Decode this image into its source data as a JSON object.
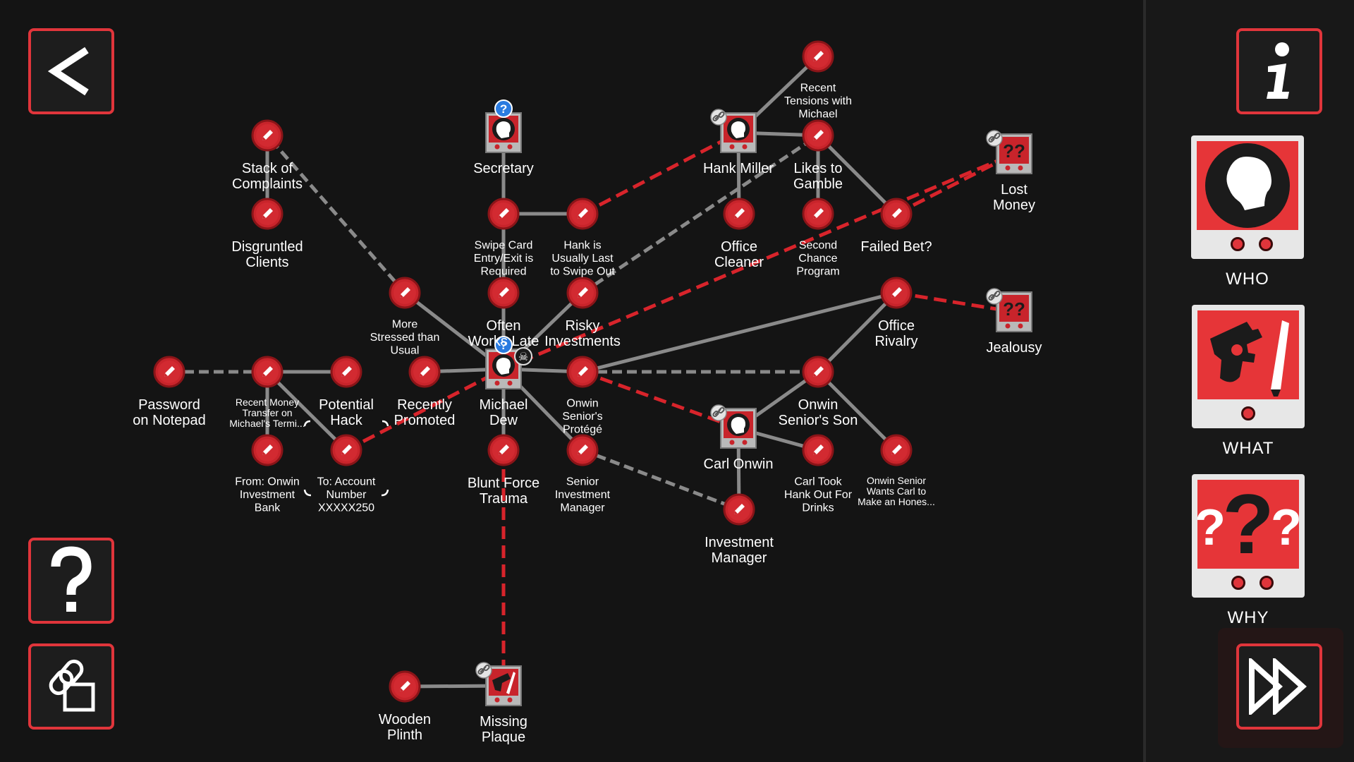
{
  "colors": {
    "accent": "#e0353b",
    "link_gray": "#8a8a8a",
    "link_red": "#d8242b",
    "node_red": "#c8242b",
    "background": "#141414"
  },
  "toolbar": {
    "back_icon": "chevron-left-icon",
    "help_icon": "question-mark-icon",
    "link_icon": "chain-link-icon",
    "info_icon": "info-icon",
    "forward_icon": "fast-forward-icon"
  },
  "categories": {
    "who": {
      "label": "WHO",
      "icon": "head-silhouette-icon"
    },
    "what": {
      "label": "WHAT",
      "icon": "gun-and-knife-icon"
    },
    "why": {
      "label": "WHY",
      "icon": "question-marks-icon"
    }
  },
  "nodes": [
    {
      "id": "recent-tensions",
      "type": "note",
      "label": [
        "Recent",
        "Tensions with",
        "Michael"
      ],
      "small": true
    },
    {
      "id": "hank-miller",
      "type": "person",
      "label": [
        "Hank Miller"
      ],
      "linked": true
    },
    {
      "id": "likes-gamble",
      "type": "note",
      "label": [
        "Likes to",
        "Gamble"
      ]
    },
    {
      "id": "lost-money",
      "type": "motive",
      "label": [
        "Lost",
        "Money"
      ],
      "linked": true
    },
    {
      "id": "stack-complaints",
      "type": "note",
      "label": [
        "Stack of",
        "Complaints"
      ]
    },
    {
      "id": "secretary",
      "type": "person",
      "label": [
        "Secretary"
      ],
      "question": true
    },
    {
      "id": "disgruntled",
      "type": "note",
      "label": [
        "Disgruntled",
        "Clients"
      ]
    },
    {
      "id": "swipe-card",
      "type": "note",
      "label": [
        "Swipe Card",
        "Entry/Exit is",
        "Required"
      ],
      "small": true
    },
    {
      "id": "hank-last",
      "type": "note",
      "label": [
        "Hank is",
        "Usually Last",
        "to Swipe Out"
      ],
      "small": true
    },
    {
      "id": "office-cleaner",
      "type": "note",
      "label": [
        "Office",
        "Cleaner"
      ]
    },
    {
      "id": "second-chance",
      "type": "note",
      "label": [
        "Second",
        "Chance",
        "Program"
      ],
      "small": true
    },
    {
      "id": "failed-bet",
      "type": "note",
      "label": [
        "Failed Bet?"
      ]
    },
    {
      "id": "more-stressed",
      "type": "note",
      "label": [
        "More",
        "Stressed than",
        "Usual"
      ],
      "small": true
    },
    {
      "id": "often-late",
      "type": "note",
      "label": [
        "Often",
        "Works Late"
      ]
    },
    {
      "id": "risky-invest",
      "type": "note",
      "label": [
        "Risky",
        "Investments"
      ]
    },
    {
      "id": "office-rivalry",
      "type": "note",
      "label": [
        "Office",
        "Rivalry"
      ]
    },
    {
      "id": "jealousy",
      "type": "motive",
      "label": [
        "Jealousy"
      ],
      "linked": true
    },
    {
      "id": "password",
      "type": "note",
      "label": [
        "Password",
        "on Notepad"
      ]
    },
    {
      "id": "recent-transfer",
      "type": "note",
      "label": [
        "Recent Money",
        "Transfer on",
        "Michael's Termi..."
      ],
      "tiny": true
    },
    {
      "id": "potential-hack",
      "type": "note",
      "label": [
        "Potential",
        "Hack"
      ]
    },
    {
      "id": "recently-promoted",
      "type": "note",
      "label": [
        "Recently",
        "Promoted"
      ]
    },
    {
      "id": "michael-dew",
      "type": "person",
      "label": [
        "Michael",
        "Dew"
      ],
      "question": true,
      "skull": true
    },
    {
      "id": "onwin-protege",
      "type": "note",
      "label": [
        "Onwin",
        "Senior's",
        "Protégé"
      ],
      "small": true
    },
    {
      "id": "onwin-son",
      "type": "note",
      "label": [
        "Onwin",
        "Senior's Son"
      ]
    },
    {
      "id": "carl-onwin",
      "type": "person",
      "label": [
        "Carl Onwin"
      ],
      "linked": true
    },
    {
      "id": "from-onwin",
      "type": "note",
      "label": [
        "From: Onwin",
        "Investment",
        "Bank"
      ],
      "small": true
    },
    {
      "id": "to-account",
      "type": "note",
      "label": [
        "To: Account",
        "Number",
        "XXXXX250"
      ],
      "small": true
    },
    {
      "id": "blunt-force",
      "type": "note",
      "label": [
        "Blunt Force",
        "Trauma"
      ]
    },
    {
      "id": "senior-manager",
      "type": "note",
      "label": [
        "Senior",
        "Investment",
        "Manager"
      ],
      "small": true
    },
    {
      "id": "carl-took",
      "type": "note",
      "label": [
        "Carl Took",
        "Hank Out For",
        "Drinks"
      ],
      "small": true
    },
    {
      "id": "onwin-wants",
      "type": "note",
      "label": [
        "Onwin Senior",
        "Wants Carl to",
        "Make an Hones..."
      ],
      "tiny": true
    },
    {
      "id": "investment-manager",
      "type": "note",
      "label": [
        "Investment",
        "Manager"
      ]
    },
    {
      "id": "wooden-plinth",
      "type": "note",
      "label": [
        "Wooden",
        "Plinth"
      ]
    },
    {
      "id": "missing-plaque",
      "type": "weapon",
      "label": [
        "Missing",
        "Plaque"
      ],
      "linked": true
    }
  ],
  "links": [
    [
      "michael-dew",
      "more-stressed",
      "gray",
      "solid"
    ],
    [
      "more-stressed",
      "stack-complaints",
      "gray",
      "dashed"
    ],
    [
      "stack-complaints",
      "disgruntled",
      "gray",
      "solid"
    ],
    [
      "michael-dew",
      "often-late",
      "gray",
      "solid"
    ],
    [
      "often-late",
      "swipe-card",
      "gray",
      "solid"
    ],
    [
      "swipe-card",
      "secretary",
      "gray",
      "solid"
    ],
    [
      "swipe-card",
      "hank-last",
      "gray",
      "solid"
    ],
    [
      "hank-last",
      "hank-miller",
      "red",
      "dashed"
    ],
    [
      "hank-miller",
      "likes-gamble",
      "gray",
      "solid"
    ],
    [
      "hank-miller",
      "office-cleaner",
      "gray",
      "solid"
    ],
    [
      "hank-miller",
      "recent-tensions",
      "gray",
      "solid"
    ],
    [
      "likes-gamble",
      "second-chance",
      "gray",
      "solid"
    ],
    [
      "likes-gamble",
      "failed-bet",
      "gray",
      "solid"
    ],
    [
      "failed-bet",
      "lost-money",
      "red",
      "dashed"
    ],
    [
      "michael-dew",
      "risky-invest",
      "gray",
      "solid"
    ],
    [
      "risky-invest",
      "likes-gamble",
      "gray",
      "dashed"
    ],
    [
      "michael-dew",
      "lost-money",
      "red",
      "dashed"
    ],
    [
      "michael-dew",
      "onwin-protege",
      "gray",
      "solid"
    ],
    [
      "onwin-protege",
      "office-rivalry",
      "gray",
      "solid"
    ],
    [
      "office-rivalry",
      "jealousy",
      "red",
      "dashed"
    ],
    [
      "onwin-protege",
      "onwin-son",
      "gray",
      "dashed"
    ],
    [
      "onwin-son",
      "office-rivalry",
      "gray",
      "solid"
    ],
    [
      "onwin-son",
      "carl-onwin",
      "gray",
      "solid"
    ],
    [
      "onwin-son",
      "onwin-wants",
      "gray",
      "solid"
    ],
    [
      "onwin-protege",
      "carl-onwin",
      "red",
      "dashed"
    ],
    [
      "carl-onwin",
      "carl-took",
      "gray",
      "solid"
    ],
    [
      "carl-onwin",
      "investment-manager",
      "gray",
      "solid"
    ],
    [
      "michael-dew",
      "senior-manager",
      "gray",
      "solid"
    ],
    [
      "senior-manager",
      "investment-manager",
      "gray",
      "dashed"
    ],
    [
      "michael-dew",
      "recently-promoted",
      "gray",
      "solid"
    ],
    [
      "michael-dew",
      "blunt-force",
      "gray",
      "solid"
    ],
    [
      "blunt-force",
      "missing-plaque",
      "red",
      "dashed"
    ],
    [
      "wooden-plinth",
      "missing-plaque",
      "gray",
      "solid"
    ],
    [
      "to-account",
      "michael-dew",
      "red",
      "dashed"
    ],
    [
      "password",
      "recent-transfer",
      "gray",
      "dashed"
    ],
    [
      "recent-transfer",
      "potential-hack",
      "gray",
      "solid"
    ],
    [
      "recent-transfer",
      "from-onwin",
      "gray",
      "solid"
    ],
    [
      "recent-transfer",
      "to-account",
      "gray",
      "solid"
    ]
  ]
}
